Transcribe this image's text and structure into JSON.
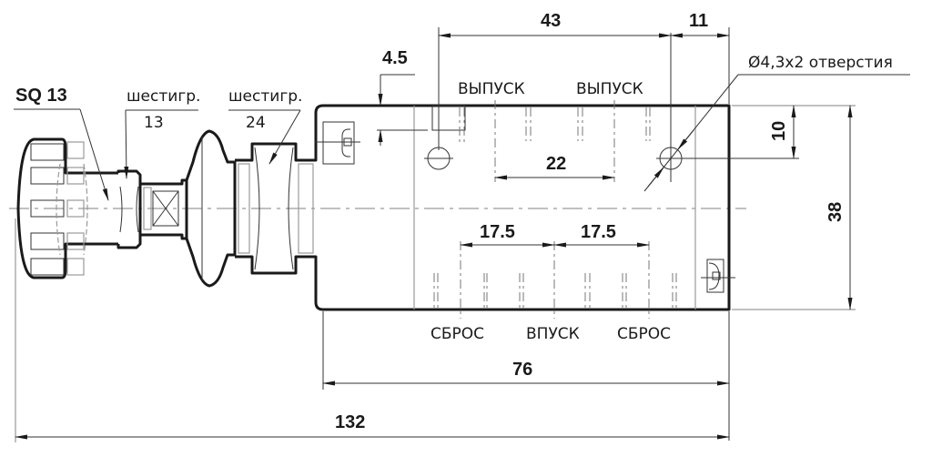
{
  "title": "Valve dimensional drawing",
  "colors": {
    "line": "#1a1a1a",
    "construction": "#9a9a9a",
    "background": "#ffffff"
  },
  "labels": {
    "knob": "SQ 13",
    "hex_small_word": "шестигр.",
    "hex_small_size": "13",
    "hex_large_word": "шестигр.",
    "hex_large_size": "24",
    "holes": "Ø4,3x2 отверстия",
    "exhaust_left": "ВЫПУСК",
    "exhaust_right": "ВЫПУСК",
    "reset_left": "СБРОС",
    "inlet": "ВПУСК",
    "reset_right": "СБРОС"
  },
  "dimensions": {
    "top_span": "43",
    "top_right": "11",
    "top_offset": "4.5",
    "exhaust_spacing": "22",
    "hole_offset": "10",
    "body_height": "38",
    "left_spacing": "17.5",
    "right_spacing": "17.5",
    "body_length": "76",
    "overall_length": "132"
  }
}
